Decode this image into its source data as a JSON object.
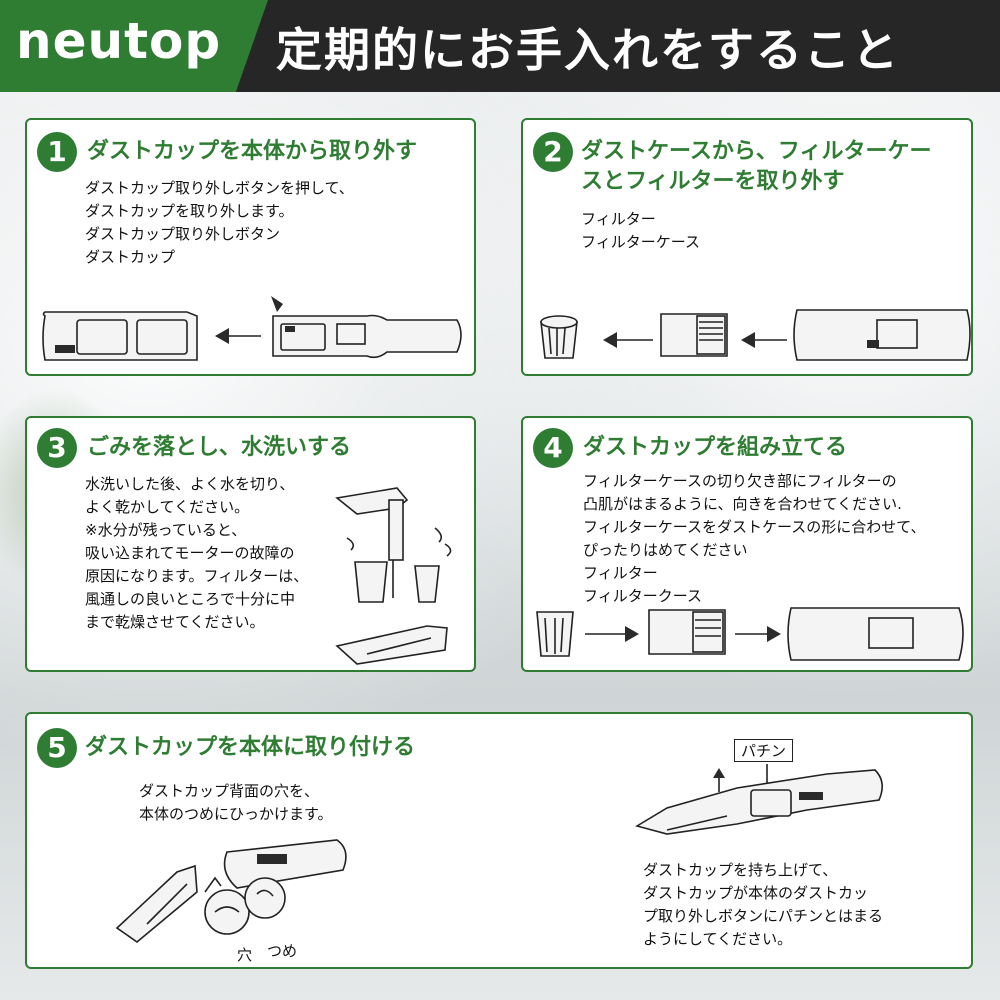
{
  "header": {
    "logo": "neutop",
    "title": "定期的にお手入れをすること"
  },
  "steps": [
    {
      "number": "1",
      "title": "ダストカップを本体から取り外す",
      "lines": [
        "ダストカップ取り外しボタンを押して、",
        "ダストカップを取り外します。",
        "ダストカップ取り外しボタン",
        "ダストカップ"
      ]
    },
    {
      "number": "2",
      "title_lines": [
        "ダストケースから、フィルターケー",
        "スとフィルターを取り外す"
      ],
      "lines": [
        "フィルター",
        "フィルターケース"
      ]
    },
    {
      "number": "3",
      "title": "ごみを落とし、水洗いする",
      "lines": [
        "水洗いした後、よく水を切り、",
        "よく乾かしてください。",
        "※水分が残っていると、",
        "吸い込まれてモーターの故障の",
        "原因になります。フィルターは、",
        "風通しの良いところで十分に中",
        "まで乾燥させてください。"
      ]
    },
    {
      "number": "4",
      "title": "ダストカップを組み立てる",
      "lines": [
        "フィルターケースの切り欠き部にフィルターの",
        "凸肌がはまるように、向きを合わせてください.",
        "フィルターケースをダストケースの形に合わせて、",
        "ぴったりはめてください",
        "フィルター",
        "フィルタークース"
      ]
    },
    {
      "number": "5",
      "title": "ダストカップを本体に取り付ける",
      "lines": [
        "ダストカップ背面の穴を、",
        "本体のつめにひっかけます。"
      ],
      "label_hole": "穴",
      "label_claw": "つめ",
      "label_click": "パチン",
      "note_lines": [
        "ダストカップを持ち上げて、",
        "ダストカップが本体のダストカッ",
        "プ取り外しボタンにパチンとはまる",
        "ようにしてください。"
      ]
    }
  ],
  "colors": {
    "accent": "#2e7d32",
    "header": "#262626"
  }
}
